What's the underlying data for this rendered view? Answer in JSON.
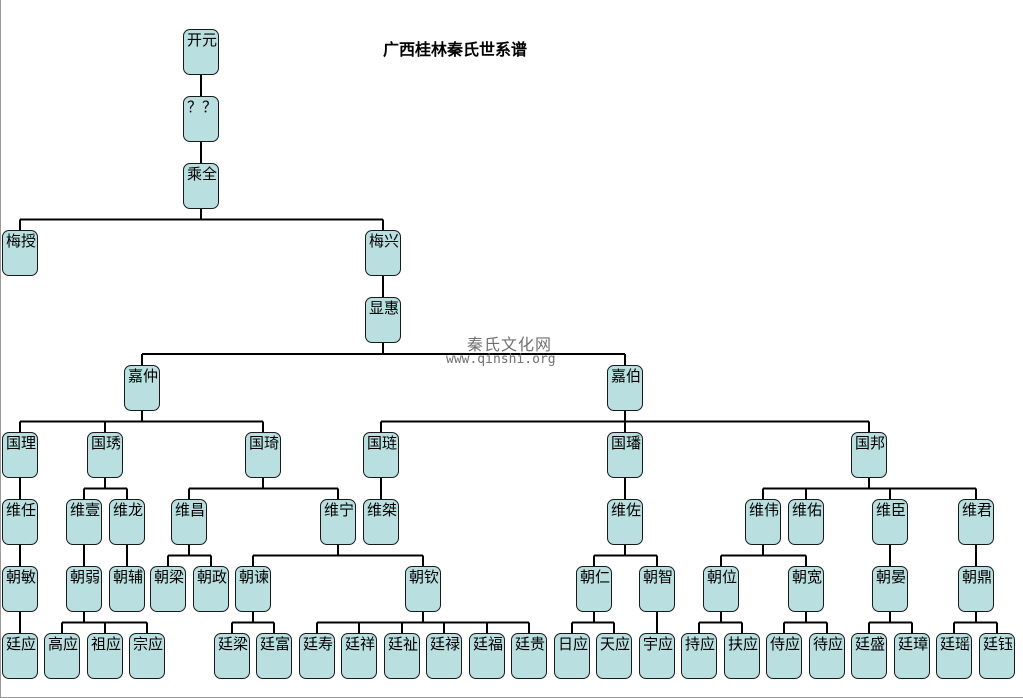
{
  "title": "广西桂林秦氏世系谱",
  "watermark": {
    "name": "秦氏文化网",
    "url": "www.qinshi.org"
  },
  "colors": {
    "node_fill": "#b9dfe0",
    "node_border": "#1a1a1a",
    "line": "#000000"
  },
  "nodes": {
    "kaiyuan": "开元",
    "unknown": "？？",
    "chengquan": "乘全",
    "meishou": "梅授",
    "meixing": "梅兴",
    "xianhui": "显惠",
    "jiazhong": "嘉仲",
    "jiabo": "嘉伯",
    "guoli": "国理",
    "guoxiu": "国琇",
    "guoqi": "国琦",
    "guolian": "国琏",
    "guofan": "国璠",
    "guobang": "国邦",
    "weiren": "维任",
    "weiyi": "维壹",
    "weilong": "维龙",
    "weichang": "维昌",
    "weining": "维宁",
    "weijie": "维桀",
    "weizuo": "维佐",
    "weiwei": "维伟",
    "weiyou": "维佑",
    "weichen": "维臣",
    "weijun": "维君",
    "chaomin": "朝敏",
    "chaoruo": "朝弱",
    "chaofu": "朝辅",
    "chaoliang": "朝梁",
    "chaozheng": "朝政",
    "chaojian": "朝谏",
    "chaoqin": "朝钦",
    "chaoren": "朝仁",
    "chaozhi": "朝智",
    "chaowei": "朝位",
    "chaokuan": "朝宽",
    "chaoyan": "朝晏",
    "chaoding": "朝鼎",
    "tingying": "廷应",
    "gaoying": "高应",
    "zuying": "祖应",
    "zongying": "宗应",
    "tingliang": "廷梁",
    "tingfu1": "廷富",
    "tingshou": "廷寿",
    "tingxiang": "廷祥",
    "tingzhi": "廷祉",
    "tinglu": "廷禄",
    "tingfu2": "廷福",
    "tinggui": "廷贵",
    "riying": "日应",
    "tianying": "天应",
    "yuying": "宇应",
    "chiying": "持应",
    "fuying": "扶应",
    "shiying": "侍应",
    "daiying": "待应",
    "tingsheng": "廷盛",
    "tingzhang": "廷璋",
    "tingyao": "廷瑶",
    "tingyu": "廷钰"
  }
}
